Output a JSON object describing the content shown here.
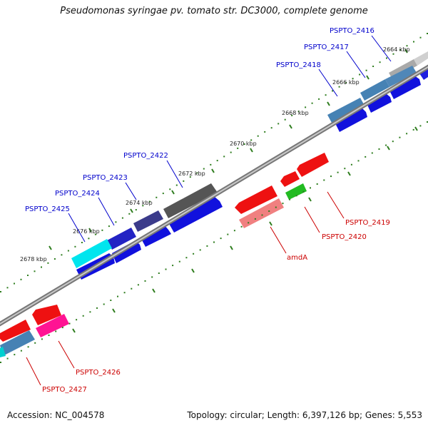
{
  "title": "Pseudomonas syringae pv. tomato str. DC3000, complete genome",
  "footer": {
    "accession": "Accession: NC_004578",
    "topology": "Topology: circular; Length: 6,397,126 bp; Genes: 5,553"
  },
  "colors": {
    "backbone": "#888888",
    "tick": "#2e7d1e",
    "forward_label": "#0000cc",
    "reverse_label": "#cc0000"
  },
  "map": {
    "kbp_labels": [
      "2664 kbp",
      "2666 kbp",
      "2668 kbp",
      "2670 kbp",
      "2672 kbp",
      "2674 kbp",
      "2676 kbp",
      "2678 kbp"
    ],
    "forward_gene_labels": [
      "PSPTO_2416",
      "PSPTO_2417",
      "PSPTO_2418",
      "PSPTO_2422",
      "PSPTO_2423",
      "PSPTO_2424",
      "PSPTO_2425"
    ],
    "reverse_gene_labels": [
      "PSPTO_2419",
      "PSPTO_2420",
      "amdA",
      "PSPTO_2426",
      "PSPTO_2427"
    ]
  }
}
